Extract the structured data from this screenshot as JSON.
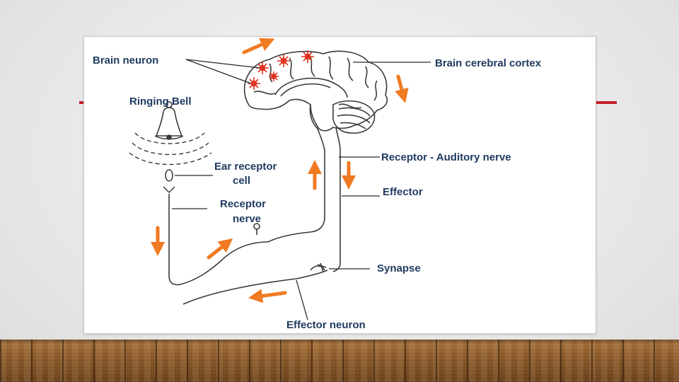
{
  "labels": {
    "brain_neuron": "Brain neuron",
    "cerebral_cortex": "Brain cerebral cortex",
    "ringing_bell": "Ringing Bell",
    "ear_receptor_line1": "Ear receptor",
    "ear_receptor_line2": "cell",
    "receptor_auditory": "Receptor - Auditory nerve",
    "effector": "Effector",
    "receptor_nerve_line1": "Receptor",
    "receptor_nerve_line2": "nerve",
    "synapse": "Synapse",
    "effector_neuron": "Effector neuron"
  },
  "colors": {
    "label_text": "#1f3a5f",
    "arrow": "#f07a22",
    "neuron_star": "#e0301e",
    "line": "#3a3a3a",
    "accent_rule": "#c8202a",
    "floor": "#8a5a2b"
  },
  "icons": [
    "bell-icon",
    "sound-wave-icon",
    "neuron-star-icon",
    "arrow-icon"
  ]
}
